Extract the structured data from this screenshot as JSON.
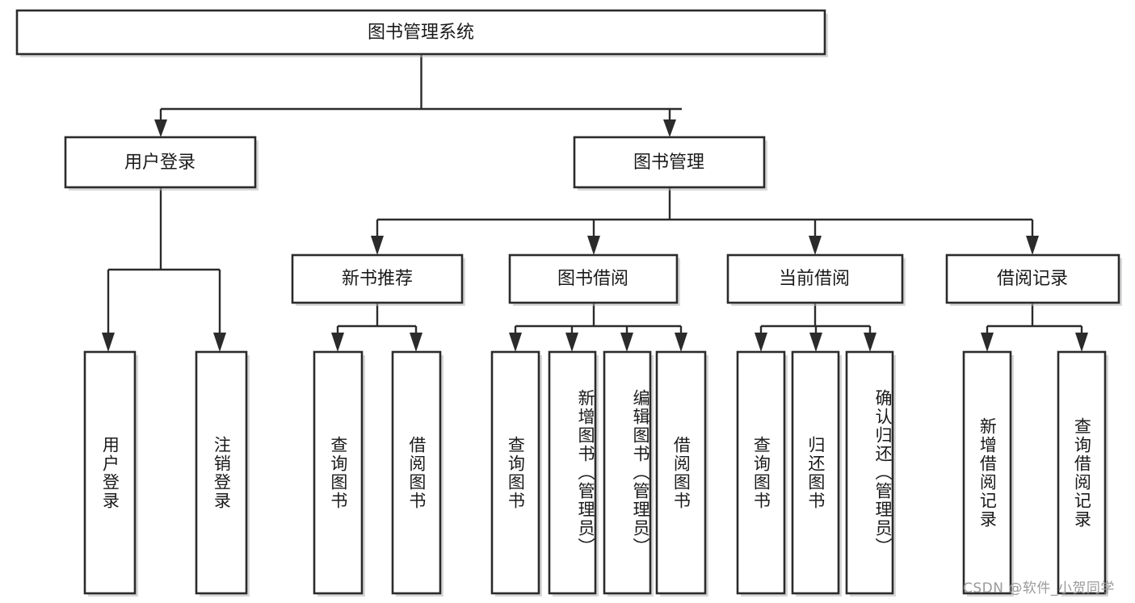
{
  "diagram": {
    "type": "tree-hierarchy",
    "title": "图书管理系统",
    "colors": {
      "box_stroke": "#2b2b2b",
      "box_fill": "#ffffff",
      "connector": "#2b2b2b",
      "text": "#1a1a1a",
      "watermark": "#9a9a9a",
      "background": "#ffffff"
    },
    "root": {
      "label": "图书管理系统",
      "id": "root"
    },
    "level2": [
      {
        "id": "user-login",
        "label": "用户登录"
      },
      {
        "id": "book-manage",
        "label": "图书管理"
      }
    ],
    "level3": [
      {
        "id": "new-book-recommend",
        "label": "新书推荐",
        "parent": "book-manage"
      },
      {
        "id": "book-borrow",
        "label": "图书借阅",
        "parent": "book-manage"
      },
      {
        "id": "current-borrow",
        "label": "当前借阅",
        "parent": "book-manage"
      },
      {
        "id": "borrow-record",
        "label": "借阅记录",
        "parent": "book-manage"
      }
    ],
    "leaves": [
      {
        "id": "leaf-user-login",
        "label": "用户登录",
        "parent": "user-login"
      },
      {
        "id": "leaf-logout",
        "label": "注销登录",
        "parent": "user-login"
      },
      {
        "id": "leaf-query-book-1",
        "label": "查询图书",
        "parent": "new-book-recommend"
      },
      {
        "id": "leaf-borrow-book-1",
        "label": "借阅图书",
        "parent": "new-book-recommend"
      },
      {
        "id": "leaf-query-book-2",
        "label": "查询图书",
        "parent": "book-borrow"
      },
      {
        "id": "leaf-add-book",
        "label": "新增图书（管理员）",
        "parent": "book-borrow"
      },
      {
        "id": "leaf-edit-book",
        "label": "编辑图书（管理员）",
        "parent": "book-borrow"
      },
      {
        "id": "leaf-borrow-book-2",
        "label": "借阅图书",
        "parent": "book-borrow"
      },
      {
        "id": "leaf-query-book-3",
        "label": "查询图书",
        "parent": "current-borrow"
      },
      {
        "id": "leaf-return-book",
        "label": "归还图书",
        "parent": "current-borrow"
      },
      {
        "id": "leaf-confirm-return",
        "label": "确认归还（管理员）",
        "parent": "current-borrow"
      },
      {
        "id": "leaf-add-record",
        "label": "新增借阅记录",
        "parent": "borrow-record"
      },
      {
        "id": "leaf-query-record",
        "label": "查询借阅记录",
        "parent": "borrow-record"
      }
    ]
  },
  "watermark": {
    "text": "CSDN @软件_小贺同学"
  }
}
